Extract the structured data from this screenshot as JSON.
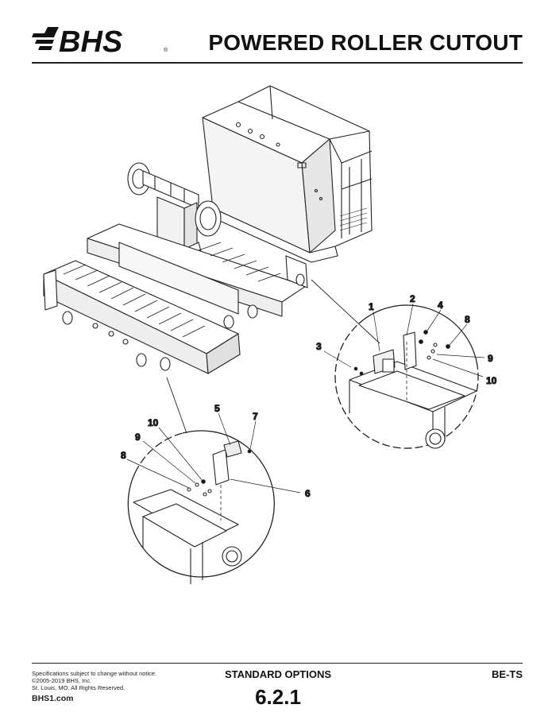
{
  "header": {
    "logo_text": "BHS",
    "title": "POWERED ROLLER CUTOUT"
  },
  "callouts": {
    "upper": [
      "1",
      "2",
      "4",
      "8",
      "3",
      "9",
      "10"
    ],
    "lower": [
      "5",
      "7",
      "10",
      "9",
      "8",
      "6"
    ]
  },
  "footer": {
    "notice": "Specifications subject to change without notice.",
    "copyright": "©2005-2019 BHS, Inc.",
    "address": "St. Louis, MO.  All Rights Reserved.",
    "website": "BHS1.com",
    "section": "STANDARD OPTIONS",
    "page_number": "6.2.1",
    "code": "BE-TS"
  }
}
